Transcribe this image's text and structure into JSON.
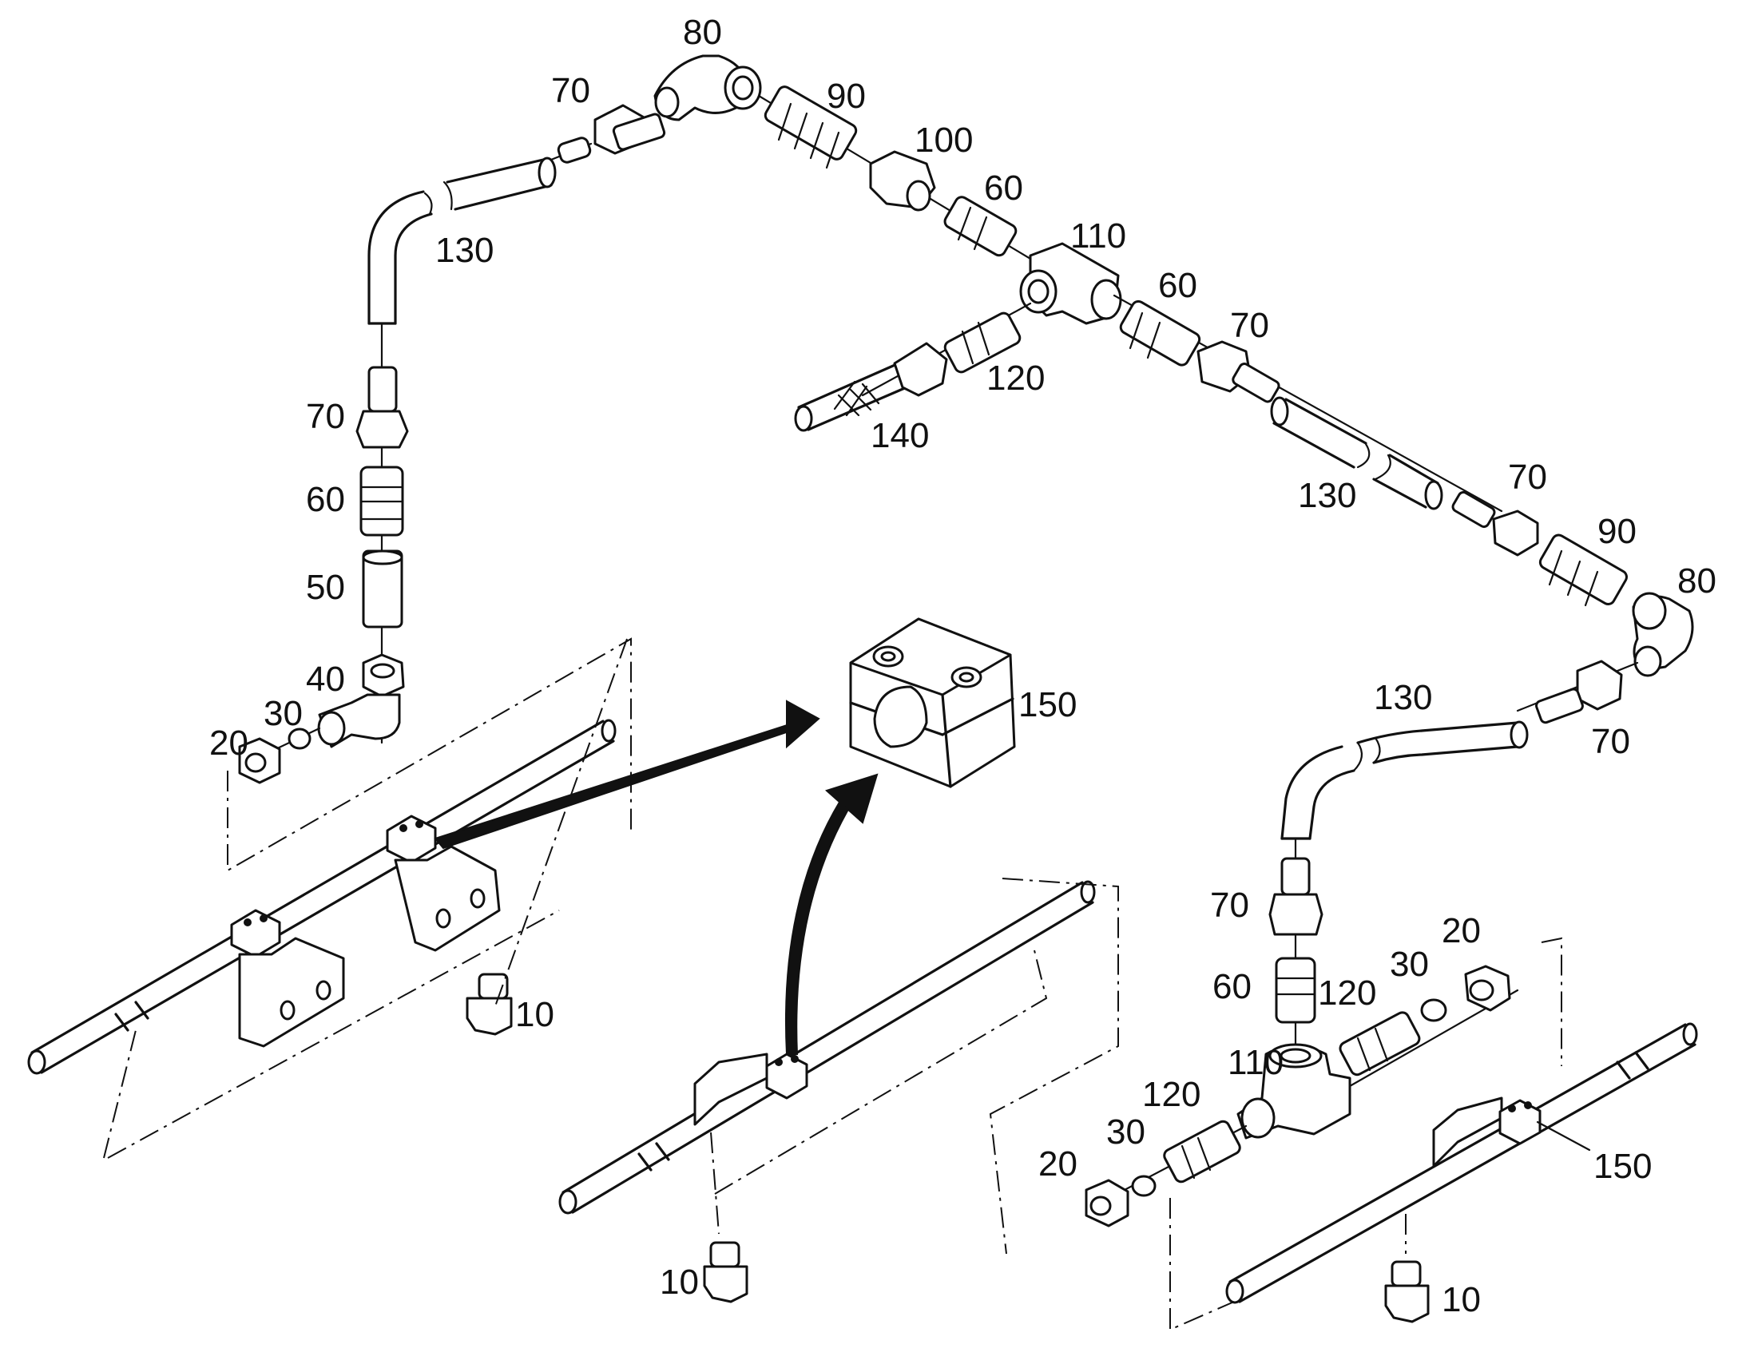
{
  "diagram": {
    "labels": {
      "p80_top": "80",
      "p70_top": "70",
      "p90_top": "90",
      "p100": "100",
      "p60_top": "60",
      "p110_top": "110",
      "p130_left": "130",
      "p60_mid": "60",
      "p70_mid": "70",
      "p120_top": "120",
      "p140": "140",
      "p70_left": "70",
      "p60_left": "60",
      "p50": "50",
      "p40": "40",
      "p30_left": "30",
      "p20_left": "20",
      "p130_mid": "130",
      "p70_right": "70",
      "p90_right": "90",
      "p80_right": "80",
      "p150_top": "150",
      "p130_right": "130",
      "p70_right_low": "70",
      "p70_bottom": "70",
      "p20_bottom": "20",
      "p30_bottom": "30",
      "p60_bottom": "60",
      "p120_bottom": "120",
      "p110_bottom": "110",
      "p120_lower": "120",
      "p30_lower": "30",
      "p20_lower": "20",
      "p10_left": "10",
      "p10_center": "10",
      "p10_right": "10",
      "p150_right": "150"
    }
  }
}
